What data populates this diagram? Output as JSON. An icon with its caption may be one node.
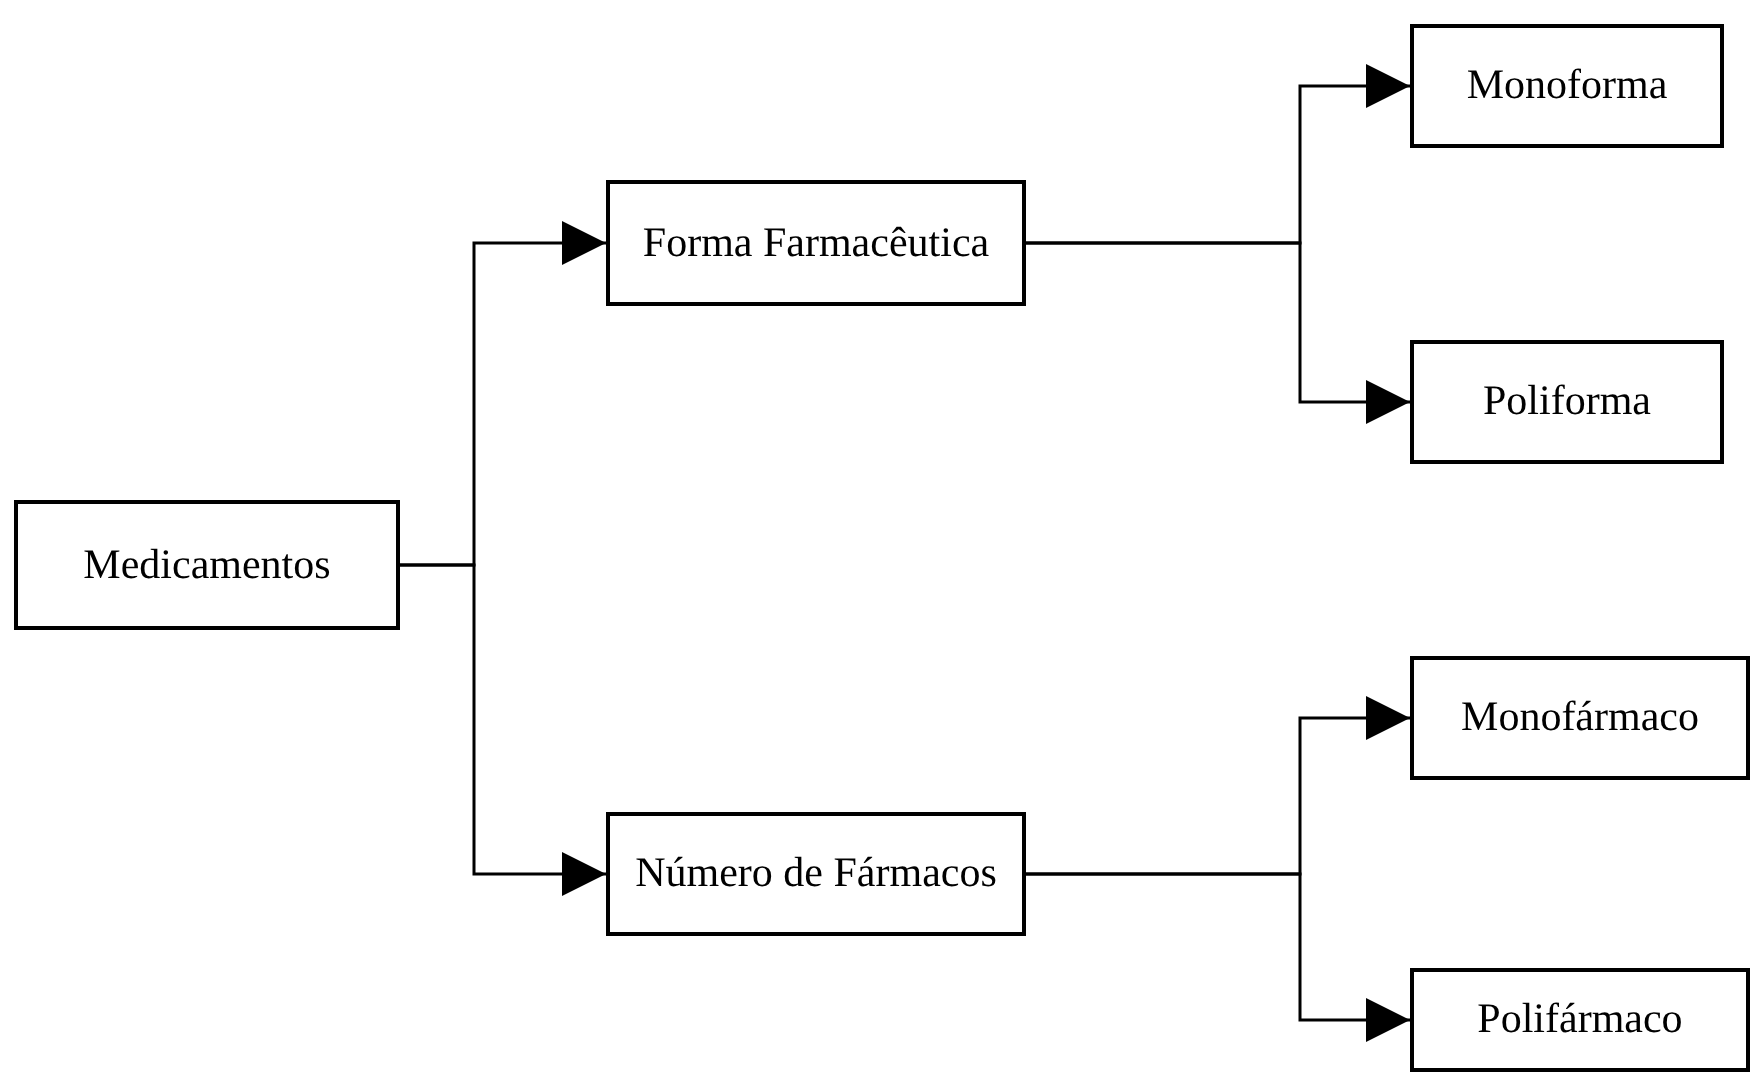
{
  "diagram": {
    "nodes": [
      {
        "text": [
          "Medicamentos"
        ]
      },
      {
        "text": [
          "Forma Farmacêutica"
        ]
      },
      {
        "text": [
          "Número de Fármacos"
        ]
      },
      {
        "text": [
          "Monoforma"
        ]
      },
      {
        "text": [
          "Poliforma"
        ]
      },
      {
        "text": [
          "Monofármaco"
        ]
      },
      {
        "text": [
          "Polifármaco"
        ]
      }
    ],
    "edges": [
      {
        "from": 0,
        "to": 1,
        "arrow": "to"
      },
      {
        "from": 0,
        "to": 2,
        "arrow": "to"
      },
      {
        "from": 1,
        "to": 3,
        "arrow": "to"
      },
      {
        "from": 1,
        "to": 4,
        "arrow": "to"
      },
      {
        "from": 2,
        "to": 5,
        "arrow": "to"
      },
      {
        "from": 2,
        "to": 6,
        "arrow": "to"
      }
    ]
  }
}
